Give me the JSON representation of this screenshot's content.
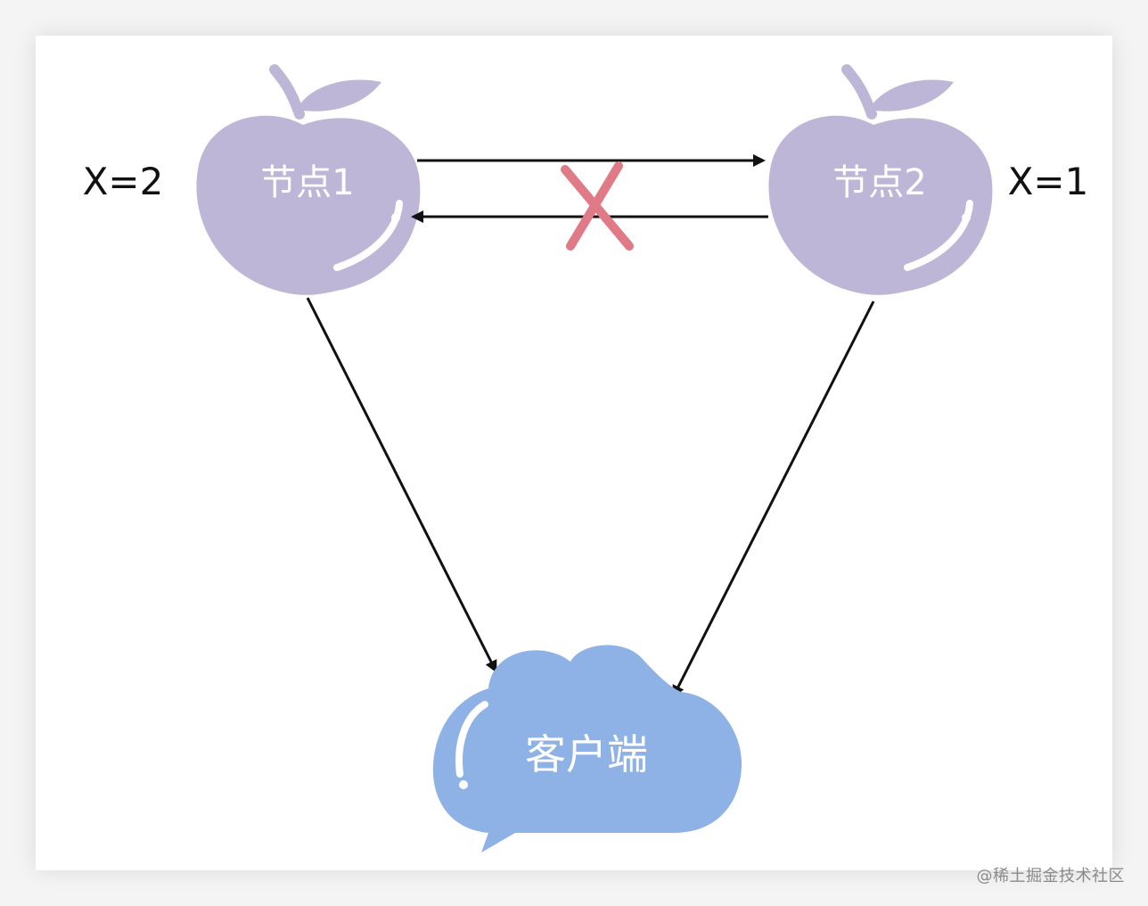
{
  "nodes": {
    "node1": {
      "label": "节点1",
      "value": "X=2"
    },
    "node2": {
      "label": "节点2",
      "value": "X=1"
    }
  },
  "client": {
    "label": "客户端"
  },
  "watermark": "@稀土掘金技术社区",
  "colors": {
    "apple": "#bdb6d6",
    "cloud": "#8fb2e6",
    "cross": "#e07a86",
    "arrow": "#111111",
    "highlight": "#ffffff"
  }
}
